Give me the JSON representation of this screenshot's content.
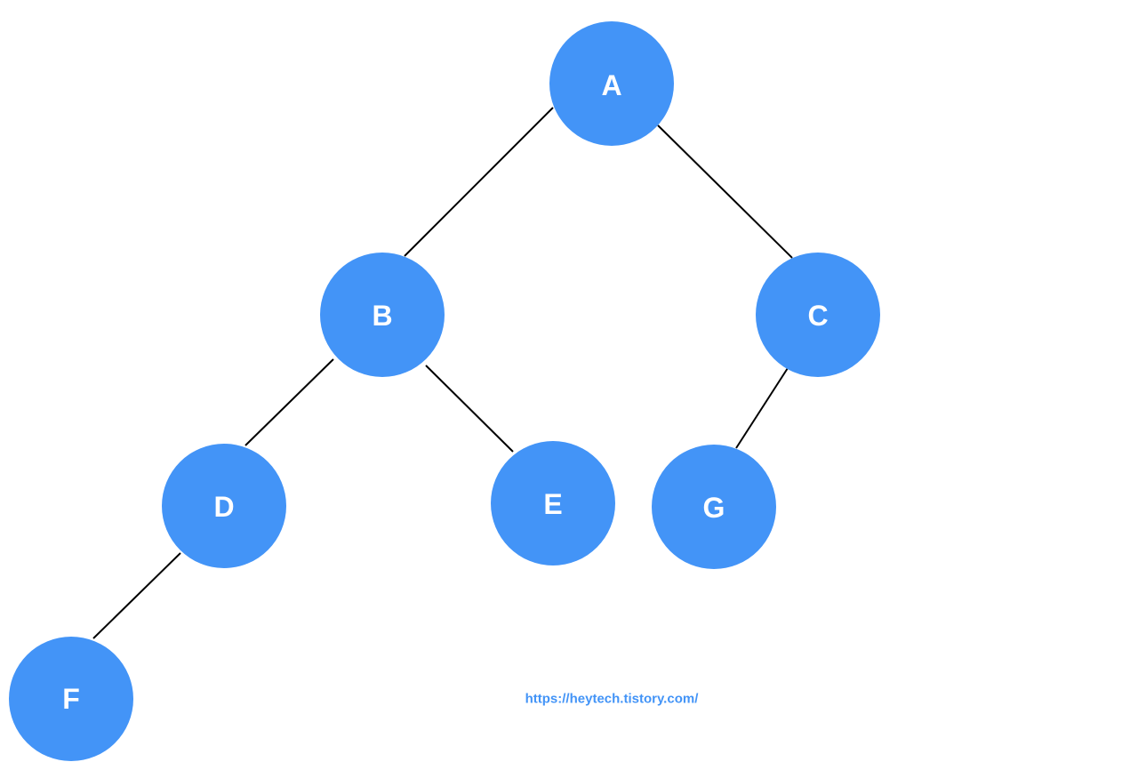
{
  "colors": {
    "node_fill": "#4394F7",
    "label": "#FFFFFF",
    "edge": "#000000",
    "watermark": "#4394F7"
  },
  "tree": {
    "nodes": [
      {
        "id": "A",
        "label": "A"
      },
      {
        "id": "B",
        "label": "B"
      },
      {
        "id": "C",
        "label": "C"
      },
      {
        "id": "D",
        "label": "D"
      },
      {
        "id": "E",
        "label": "E"
      },
      {
        "id": "G",
        "label": "G"
      },
      {
        "id": "F",
        "label": "F"
      }
    ],
    "edges": [
      {
        "from": "A",
        "to": "B"
      },
      {
        "from": "A",
        "to": "C"
      },
      {
        "from": "B",
        "to": "D"
      },
      {
        "from": "B",
        "to": "E"
      },
      {
        "from": "C",
        "to": "G"
      },
      {
        "from": "D",
        "to": "F"
      }
    ]
  },
  "watermark": {
    "text": "https://heytech.tistory.com/"
  }
}
